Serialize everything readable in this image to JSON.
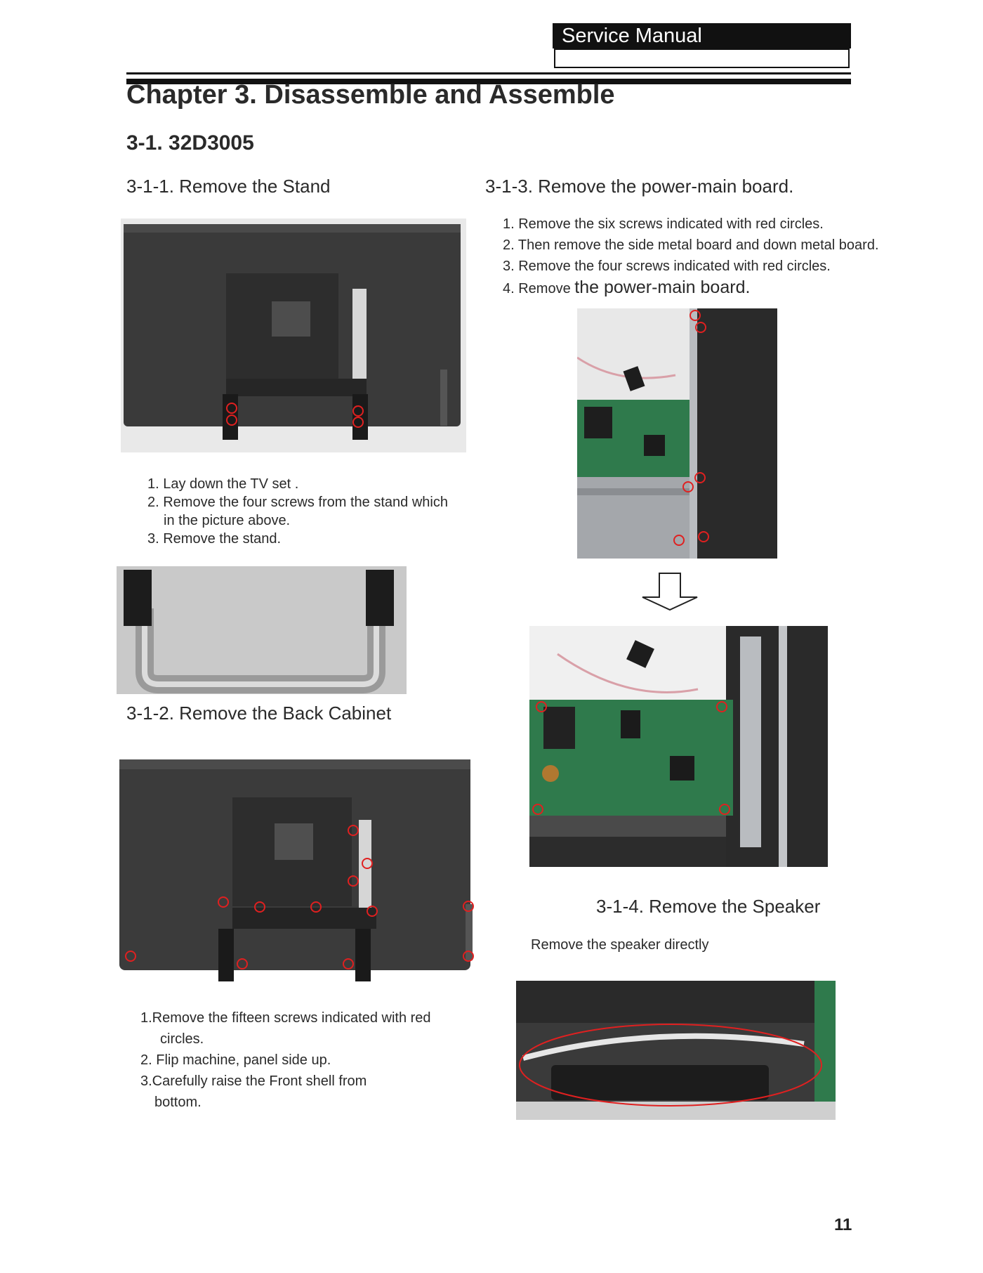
{
  "header": {
    "title": "Service Manual"
  },
  "chapter_title": "Chapter 3. Disassemble and Assemble",
  "section_title": "3-1. 32D3005",
  "stand": {
    "heading": "3-1-1. Remove the Stand",
    "steps": [
      "1. Lay down the TV set .",
      "2. Remove the four screws from the stand which",
      "in the picture above.",
      "3. Remove the stand."
    ]
  },
  "back_cabinet": {
    "heading": "3-1-2. Remove the Back Cabinet",
    "steps": [
      "1.Remove the fifteen screws indicated with red",
      "circles.",
      "2. Flip machine, panel side up.",
      "3.Carefully raise the Front shell from",
      "bottom."
    ]
  },
  "board": {
    "heading": "3-1-3. Remove the power-main board.",
    "steps": [
      "1. Remove the six screws indicated with red circles.",
      "2. Then remove the side metal board and down metal board.",
      "3. Remove the four screws indicated with red circles."
    ],
    "step4_prefix": "4. Remove",
    "step4_rest": "the power-main board."
  },
  "speaker": {
    "heading": "3-1-4. Remove the Speaker",
    "instruction": "Remove the speaker directly"
  },
  "page_number": "11",
  "colors": {
    "screw_marker": "#e02020",
    "header_bar": "#111111"
  }
}
